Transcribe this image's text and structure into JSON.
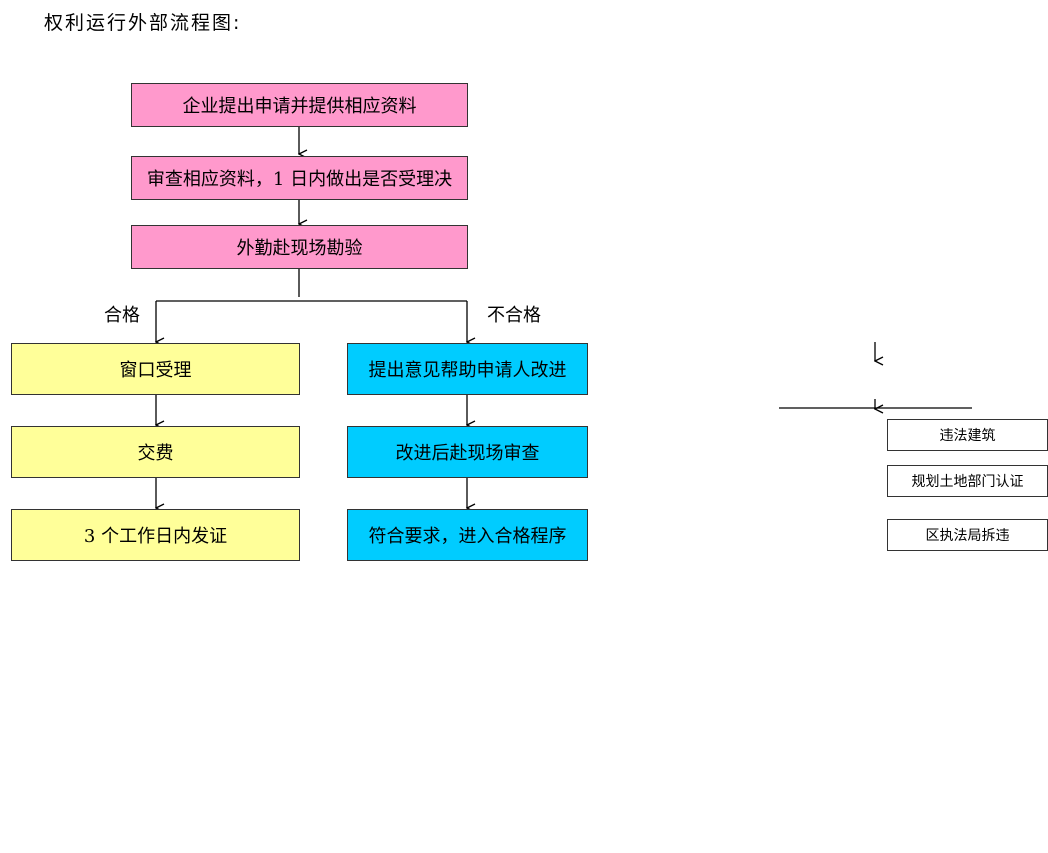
{
  "title": "权利运行外部流程图:",
  "main_steps": [
    "企业提出申请并提供相应资料",
    "审查相应资料，1 日内做出是否受理决",
    "外勤赴现场勘验"
  ],
  "branches": {
    "pass_label": "合格",
    "fail_label": "不合格"
  },
  "pass_steps": [
    "窗口受理",
    "交费",
    "3 个工作日内发证"
  ],
  "fail_steps": [
    "提出意见帮助申请人改进",
    "改进后赴现场审查",
    "符合要求，进入合格程序"
  ],
  "side_boxes": [
    "违法建筑",
    "规划土地部门认证",
    "区执法局拆违"
  ]
}
